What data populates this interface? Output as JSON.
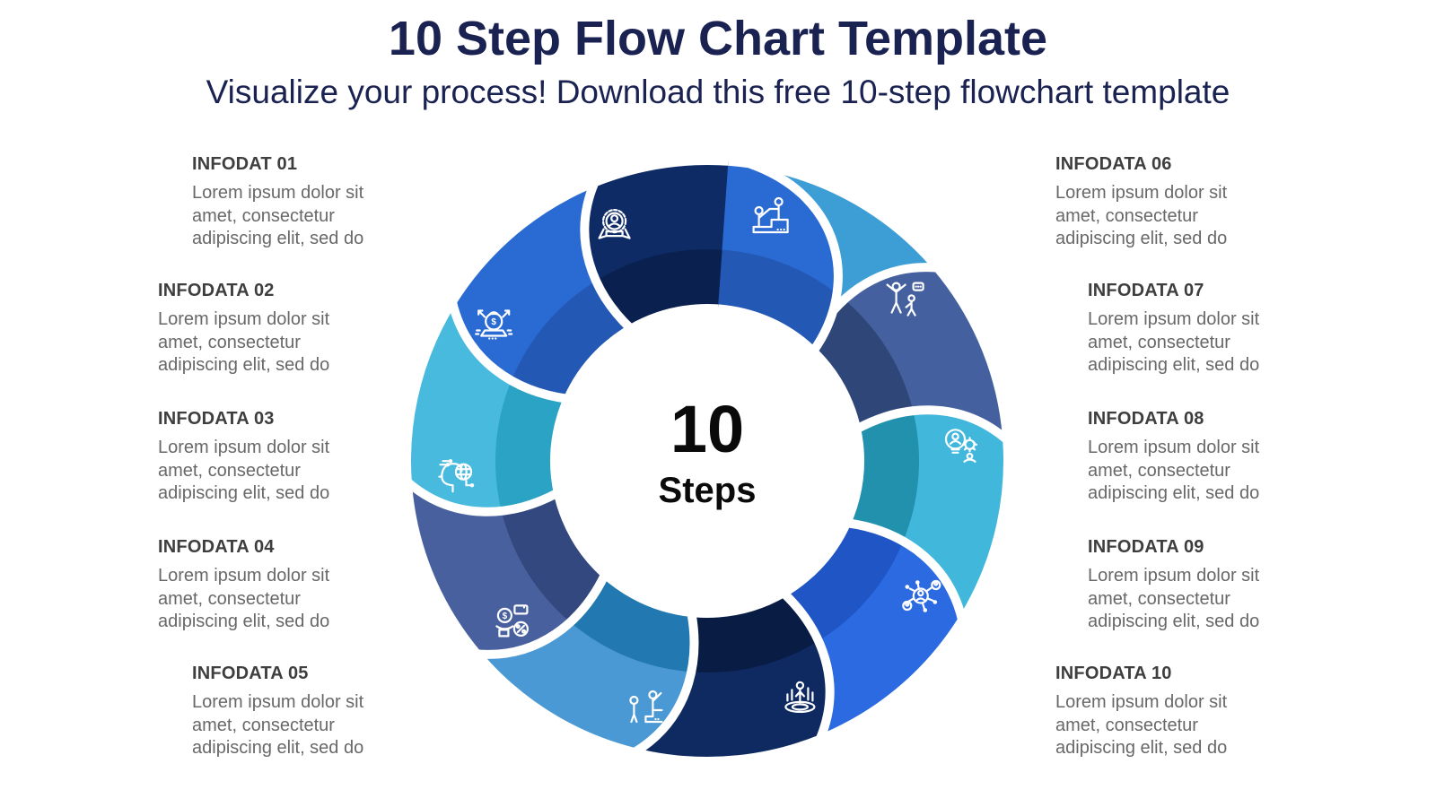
{
  "header": {
    "title": "10 Step Flow Chart Template",
    "subtitle": "Visualize your process! Download this free 10-step flowchart template",
    "title_color": "#1a2251"
  },
  "center": {
    "number": "10",
    "label": "Steps"
  },
  "infodata": {
    "left": [
      {
        "heading": "INFODAT 01",
        "body": "Lorem ipsum dolor sit\namet, consectetur\nadipiscing elit, sed do"
      },
      {
        "heading": "INFODATA 02",
        "body": "Lorem ipsum dolor sit\namet, consectetur\nadipiscing elit, sed do"
      },
      {
        "heading": "INFODATA 03",
        "body": "Lorem ipsum dolor sit\namet, consectetur\nadipiscing elit, sed do"
      },
      {
        "heading": "INFODATA 04",
        "body": "Lorem ipsum dolor sit\namet, consectetur\nadipiscing elit, sed do"
      },
      {
        "heading": "INFODATA 05",
        "body": "Lorem ipsum dolor sit\namet, consectetur\nadipiscing elit, sed do"
      }
    ],
    "right": [
      {
        "heading": "INFODATA 06",
        "body": "Lorem ipsum dolor sit\namet, consectetur\nadipiscing elit, sed do"
      },
      {
        "heading": "INFODATA 07",
        "body": "Lorem ipsum dolor sit\namet, consectetur\nadipiscing elit, sed do"
      },
      {
        "heading": "INFODATA 08",
        "body": "Lorem ipsum dolor sit\namet, consectetur\nadipiscing elit, sed do"
      },
      {
        "heading": "INFODATA 09",
        "body": "Lorem ipsum dolor sit\namet, consectetur\nadipiscing elit, sed do"
      },
      {
        "heading": "INFODATA 10",
        "body": "Lorem ipsum dolor sit\namet, consectetur\nadipiscing elit, sed do"
      }
    ]
  },
  "wheel": {
    "segments": [
      {
        "icon": "mentor-climb-icon",
        "color_outer": "#0E2B66",
        "color_inner": "#0A2150"
      },
      {
        "icon": "celebration-icon",
        "color_outer": "#3D9ED6",
        "color_inner": "#2A80A9"
      },
      {
        "icon": "idea-gear-icon",
        "color_outer": "#44609E",
        "color_inner": "#2E4678"
      },
      {
        "icon": "network-icon",
        "color_outer": "#41B7DC",
        "color_inner": "#2191AE"
      },
      {
        "icon": "target-icon",
        "color_outer": "#2C6AE2",
        "color_inner": "#1F55C4"
      },
      {
        "icon": "leadership-steps-icon",
        "color_outer": "#0E2A60",
        "color_inner": "#091D44"
      },
      {
        "icon": "finance-icon",
        "color_outer": "#4A99D4",
        "color_inner": "#2278B0"
      },
      {
        "icon": "head-globe-icon",
        "color_outer": "#49609F",
        "color_inner": "#33487E"
      },
      {
        "icon": "crystal-money-icon",
        "color_outer": "#48BADE",
        "color_inner": "#2BA3C4"
      },
      {
        "icon": "award-icon",
        "color_outer": "#2A6AD3",
        "color_inner": "#2358B4"
      }
    ],
    "gap_color": "#ffffff",
    "center_text_color": "#0a0a0a"
  }
}
